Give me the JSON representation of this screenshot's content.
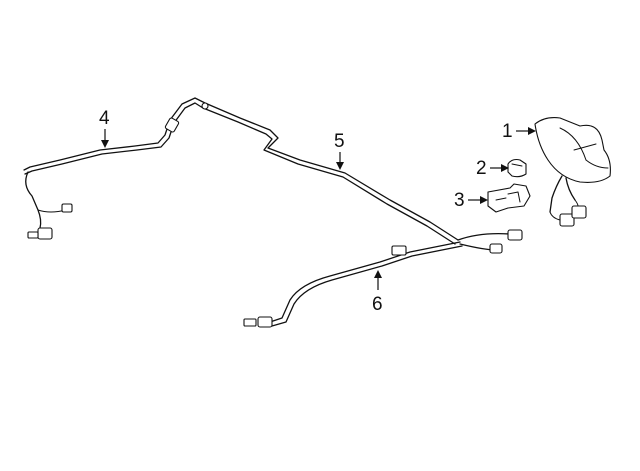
{
  "callouts": [
    {
      "id": "1",
      "label": "1",
      "part": "shark-fin-antenna"
    },
    {
      "id": "2",
      "label": "2",
      "part": "antenna-cap"
    },
    {
      "id": "3",
      "label": "3",
      "part": "antenna-bracket"
    },
    {
      "id": "4",
      "label": "4",
      "part": "rear-antenna-cable"
    },
    {
      "id": "5",
      "label": "5",
      "part": "main-antenna-cable"
    },
    {
      "id": "6",
      "label": "6",
      "part": "lower-antenna-cable"
    }
  ]
}
